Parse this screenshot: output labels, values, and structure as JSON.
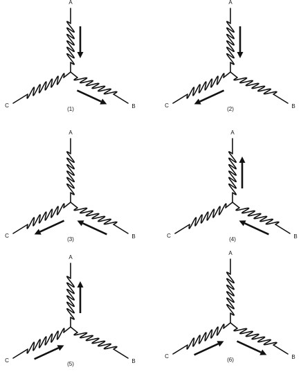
{
  "terminals": [
    "A",
    "B",
    "C"
  ],
  "panels": [
    {
      "caption": "(1)",
      "arrows": [
        {
          "winding": "A",
          "direction": "toward-center"
        },
        {
          "winding": "B",
          "direction": "away-from-center"
        }
      ]
    },
    {
      "caption": "(2)",
      "arrows": [
        {
          "winding": "A",
          "direction": "toward-center"
        },
        {
          "winding": "C",
          "direction": "away-from-center"
        }
      ]
    },
    {
      "caption": "(3)",
      "arrows": [
        {
          "winding": "B",
          "direction": "toward-center"
        },
        {
          "winding": "C",
          "direction": "away-from-center"
        }
      ]
    },
    {
      "caption": "(4)",
      "arrows": [
        {
          "winding": "A",
          "direction": "away-from-center"
        },
        {
          "winding": "B",
          "direction": "toward-center"
        }
      ]
    },
    {
      "caption": "(5)",
      "arrows": [
        {
          "winding": "A",
          "direction": "away-from-center"
        },
        {
          "winding": "C",
          "direction": "toward-center"
        }
      ]
    },
    {
      "caption": "(6)",
      "arrows": [
        {
          "winding": "B",
          "direction": "away-from-center"
        },
        {
          "winding": "C",
          "direction": "toward-center"
        }
      ]
    }
  ]
}
